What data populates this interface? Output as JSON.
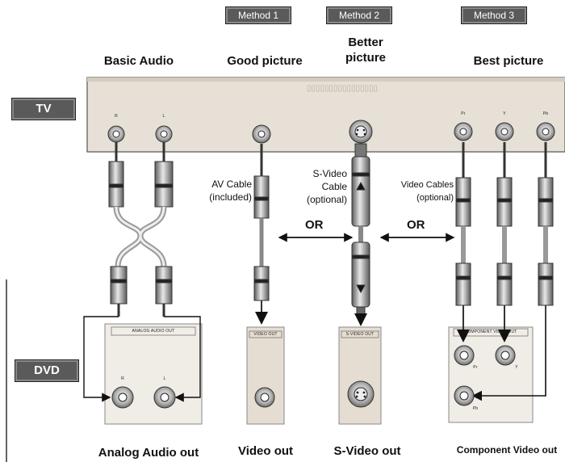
{
  "methods": {
    "method1": "Method 1",
    "method2": "Method 2",
    "method3": "Method 3"
  },
  "headers": {
    "basic_audio": "Basic Audio",
    "good_picture": "Good picture",
    "better_picture_line1": "Better",
    "better_picture_line2": "picture",
    "best_picture": "Best picture"
  },
  "devices": {
    "tv": "TV",
    "dvd": "DVD"
  },
  "cables": {
    "av_line1": "AV Cable",
    "av_line2": "(included)",
    "svideo_line1": "S-Video",
    "svideo_line2": "Cable",
    "svideo_line3": "(optional)",
    "video_cables_line1": "Video Cables",
    "video_cables_line2": "(optional)"
  },
  "or_labels": [
    "OR",
    "OR"
  ],
  "outputs": {
    "analog_audio": "Analog Audio out",
    "video": "Video out",
    "svideo": "S-Video out",
    "component": "Component Video out"
  },
  "panel_labels": {
    "analog": "ANALOG AUDIO OUT",
    "video": "VIDEO OUT",
    "svideo": "S-VIDEO OUT",
    "component": "COMPONENT VIDEO OUT"
  },
  "jack_labels": {
    "tv_audio_r": "R",
    "tv_audio_l": "L",
    "tv_pr": "Pr",
    "tv_y": "Y",
    "tv_pb": "Pb",
    "dvd_audio_r": "R",
    "dvd_audio_l": "L",
    "dvd_pr": "Pr",
    "dvd_y": "Y",
    "dvd_pb": "Pb"
  }
}
